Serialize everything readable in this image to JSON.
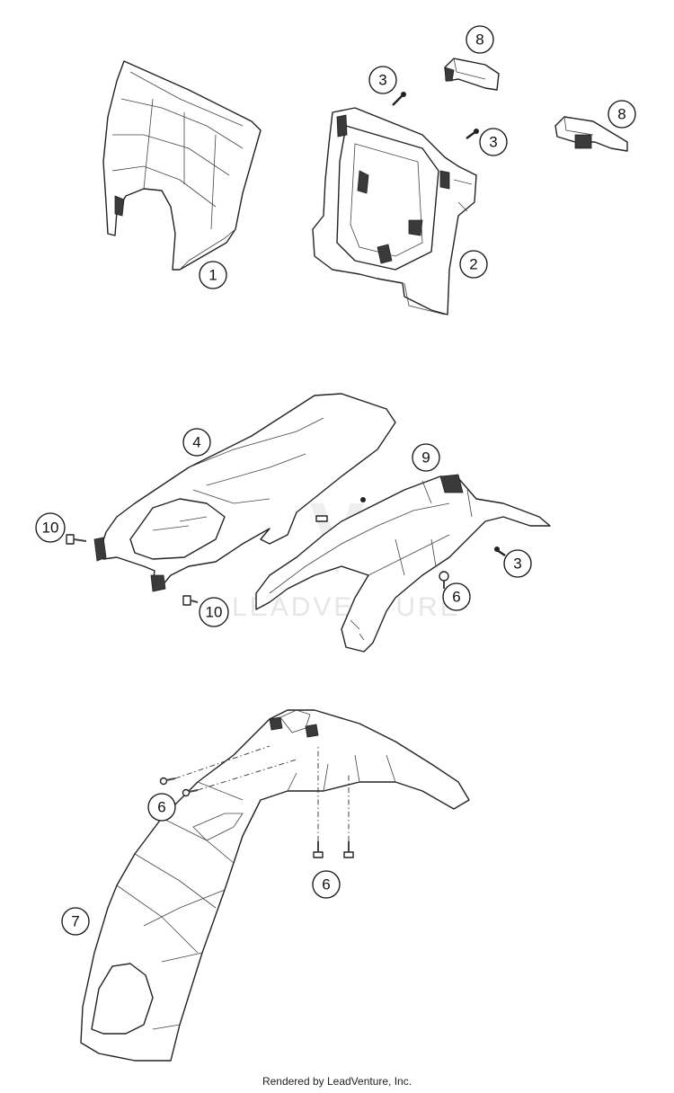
{
  "diagram": {
    "watermark": "LEADVENTURE",
    "credit": "Rendered by LeadVenture, Inc.",
    "callouts": [
      {
        "id": "c1",
        "label": "1"
      },
      {
        "id": "c2",
        "label": "2"
      },
      {
        "id": "c3a",
        "label": "3"
      },
      {
        "id": "c3b",
        "label": "3"
      },
      {
        "id": "c3c",
        "label": "3"
      },
      {
        "id": "c4",
        "label": "4"
      },
      {
        "id": "c6a",
        "label": "6"
      },
      {
        "id": "c6b",
        "label": "6"
      },
      {
        "id": "c6c",
        "label": "6"
      },
      {
        "id": "c7",
        "label": "7"
      },
      {
        "id": "c8a",
        "label": "8"
      },
      {
        "id": "c8b",
        "label": "8"
      },
      {
        "id": "c9",
        "label": "9"
      },
      {
        "id": "c10a",
        "label": "10"
      },
      {
        "id": "c10b",
        "label": "10"
      }
    ]
  }
}
